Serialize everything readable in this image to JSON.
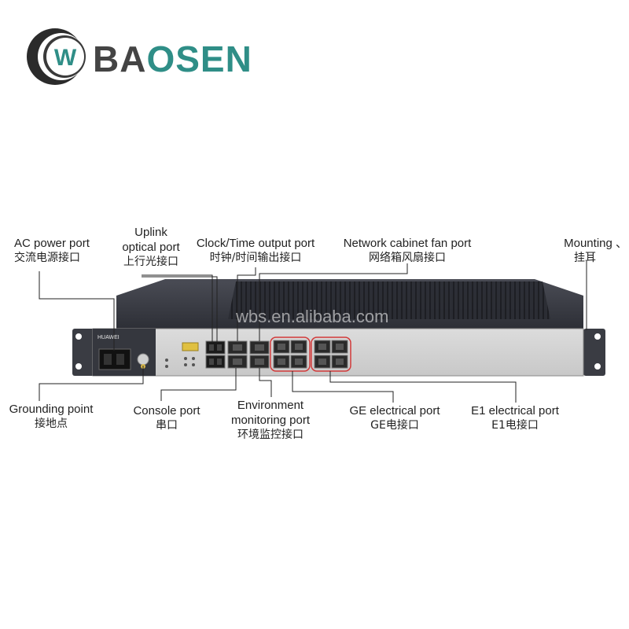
{
  "brand": {
    "name_part1": "BA",
    "name_part2": "OSEN",
    "mark_letter": "W",
    "colors": {
      "dark": "#444444",
      "teal": "#2f8e87"
    }
  },
  "watermark": "wbs.en.alibaba.com",
  "device": {
    "vendor": "HUAWEI"
  },
  "labels": {
    "ac_power": {
      "en": "AC power port",
      "cn": "交流电源接口"
    },
    "uplink": {
      "en1": "Uplink",
      "en2": "optical port",
      "cn": "上行光接口"
    },
    "clock_time": {
      "en": "Clock/Time output port",
      "cn": "时钟/时间输出接口"
    },
    "cabinet_fan": {
      "en": "Network cabinet fan port",
      "cn": "网络箱风扇接口"
    },
    "mounting": {
      "en": "Mounting 、",
      "cn": "挂耳"
    },
    "grounding": {
      "en": "Grounding point",
      "cn": "接地点"
    },
    "console": {
      "en": "Console port",
      "cn": "串口"
    },
    "environment": {
      "en1": "Environment",
      "en2": "monitoring port",
      "cn": "环境监控接口"
    },
    "ge_electrical": {
      "en": "GE electrical port",
      "cn": "GE电接口"
    },
    "e1_electrical": {
      "en": "E1 electrical port",
      "cn": "E1电接口"
    }
  }
}
